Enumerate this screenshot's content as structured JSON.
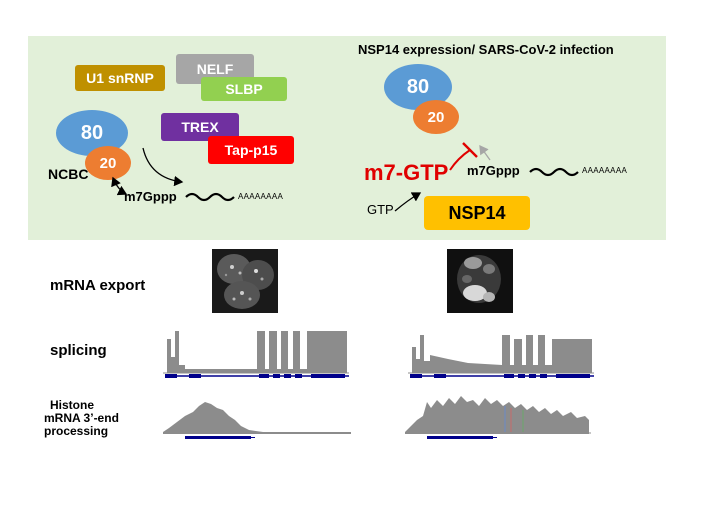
{
  "left_panel": {
    "u1": "U1 snRNP",
    "nelf": "NELF",
    "slbp": "SLBP",
    "trex": "TREX",
    "tap": "Tap-p15",
    "cbp80": "80",
    "cbp20": "20",
    "ncbc": "NCBC",
    "cap": "m7Gppp",
    "polya": "AAAAAAAA"
  },
  "right_panel": {
    "title": "NSP14 expression/ SARS-CoV-2 infection",
    "cbp80": "80",
    "cbp20": "20",
    "m7gtp": "m7-GTP",
    "cap": "m7Gppp",
    "polya": "AAAAAAAA",
    "gtp": "GTP",
    "nsp14": "NSP14"
  },
  "rows": {
    "mrna_export": "mRNA export",
    "splicing": "splicing",
    "histone_line1": "Histone",
    "histone_line2": "mRNA 3’-end",
    "histone_line3": "processing"
  },
  "colors": {
    "panel_bg": "#e2f0d9",
    "u1": "#bf9000",
    "nelf": "#a6a6a6",
    "slbp": "#92d050",
    "trex": "#7030a0",
    "tap": "#ff0000",
    "cbp80": "#5b9bd5",
    "cbp20": "#ed7d31",
    "nsp14": "#ffc000",
    "m7gtp": "#e00000",
    "track": "#8c8c8c",
    "gene": "#00008b"
  }
}
